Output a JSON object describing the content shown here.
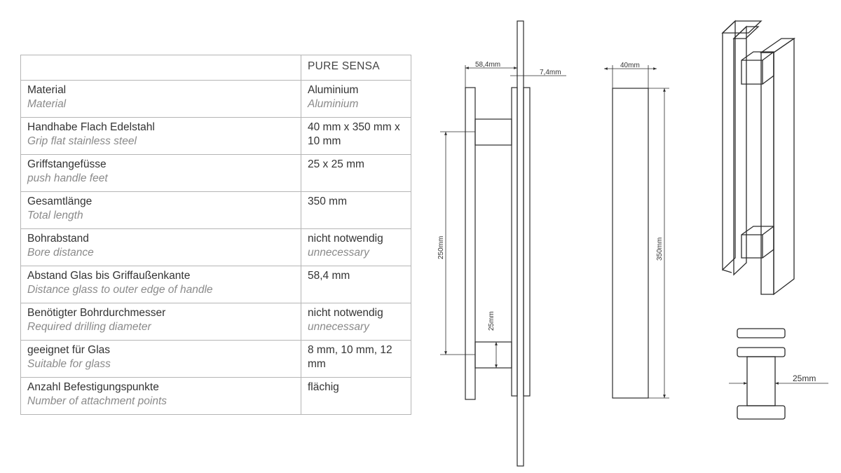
{
  "table": {
    "header": {
      "blank": "",
      "product": "PURE SENSA"
    },
    "rows": [
      {
        "de": "Material",
        "en": "Material",
        "value": "Aluminium",
        "value_en": "Aluminium"
      },
      {
        "de": "Handhabe Flach Edelstahl",
        "en": "Grip flat stainless steel",
        "value": "40 mm x 350 mm x 10 mm",
        "value_en": ""
      },
      {
        "de": "Griffstangefüsse",
        "en": "push handle feet",
        "value": "25 x 25 mm",
        "value_en": ""
      },
      {
        "de": "Gesamtlänge",
        "en": "Total length",
        "value": "350 mm",
        "value_en": ""
      },
      {
        "de": "Bohrabstand",
        "en": "Bore distance",
        "value": "nicht notwendig",
        "value_en": "unnecessary"
      },
      {
        "de": "Abstand Glas bis Griffaußenkante",
        "en": "Distance glass to outer edge of handle",
        "value": "58,4 mm",
        "value_en": ""
      },
      {
        "de": "Benötigter Bohrdurchmesser",
        "en": "Required drilling diameter",
        "value": "nicht notwendig",
        "value_en": "unnecessary"
      },
      {
        "de": "geeignet für Glas",
        "en": "Suitable for glass",
        "value": "8 mm, 10 mm, 12 mm",
        "value_en": ""
      },
      {
        "de": "Anzahl Befestigungspunkte",
        "en": "Number of attachment points",
        "value": "flächig",
        "value_en": ""
      }
    ]
  },
  "drawings": {
    "side_view": {
      "dim_depth": "58,4mm",
      "dim_glass": "7,4mm",
      "dim_bore": "250mm",
      "dim_foot": "25mm"
    },
    "front_view": {
      "dim_width": "40mm",
      "dim_length": "350mm"
    },
    "section_view": {
      "dim_foot": "25mm"
    }
  },
  "colors": {
    "line": "#2b2b2b",
    "table_border": "#b5b5b5",
    "text_primary": "#333333",
    "text_secondary": "#8a8a8a"
  }
}
